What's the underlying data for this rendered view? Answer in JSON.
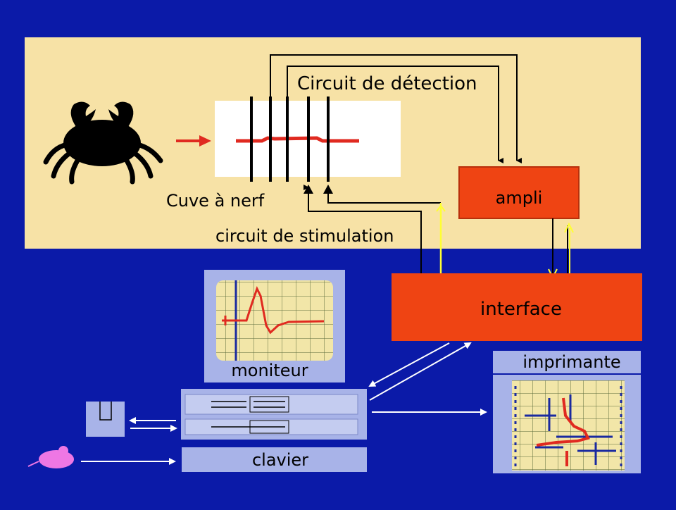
{
  "labels": {
    "detection": "Circuit de détection",
    "stimulation": "circuit de stimulation",
    "cuve": "Cuve à nerf",
    "ampli": "ampli",
    "interface": "interface",
    "moniteur": "moniteur",
    "imprimante": "imprimante",
    "clavier": "clavier"
  },
  "colors": {
    "background": "#0b1aa8",
    "panel": "#f7e2a6",
    "module": "#ef4413",
    "device": "#a8b3e8",
    "device_light": "#c4ccf0",
    "screen": "#f2e6a8",
    "trace": "#e02a20",
    "wire": "#000000",
    "signal": "#ffff33",
    "mouse": "#ee77e4"
  },
  "icons": {
    "specimen": "crab-icon",
    "pointer": "mouse-icon",
    "storage": "disk-drive-icon"
  }
}
